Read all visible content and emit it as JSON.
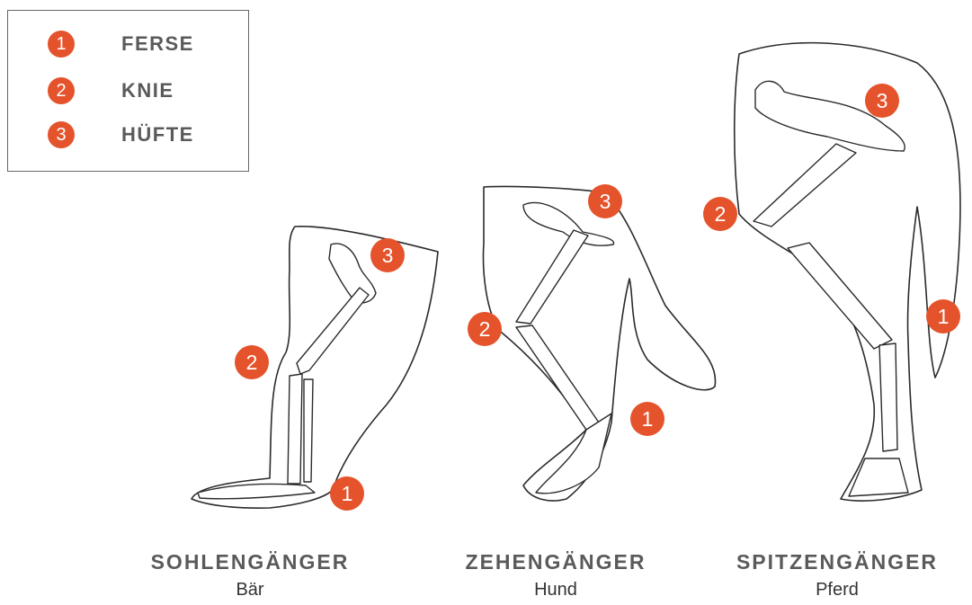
{
  "legend": {
    "items": [
      {
        "number": "1",
        "label": "FERSE"
      },
      {
        "number": "2",
        "label": "KNIE"
      },
      {
        "number": "3",
        "label": "HÜFTE"
      }
    ]
  },
  "walkers": [
    {
      "title": "SOHLENGÄNGER",
      "animal": "Bär",
      "markers": [
        "1",
        "2",
        "3"
      ]
    },
    {
      "title": "ZEHENGÄNGER",
      "animal": "Hund",
      "markers": [
        "1",
        "2",
        "3"
      ]
    },
    {
      "title": "SPITZENGÄNGER",
      "animal": "Pferd",
      "markers": [
        "1",
        "2",
        "3"
      ]
    }
  ],
  "colors": {
    "marker": "#e4532b",
    "heading": "#5a5a5a",
    "line": "#2b2b2b"
  }
}
